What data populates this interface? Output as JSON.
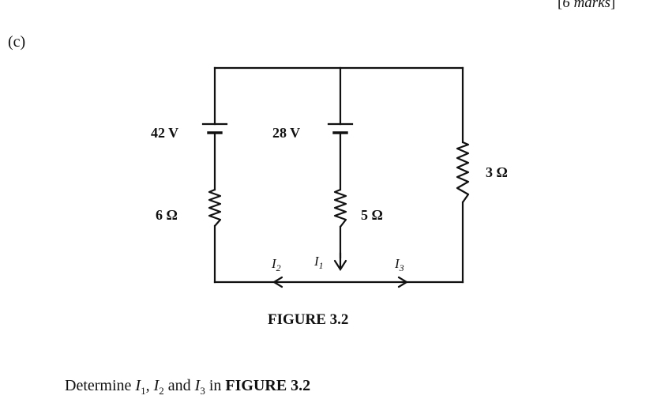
{
  "header": {
    "marks_open": "[",
    "marks_text": "6 marks",
    "marks_close": "]",
    "part_label": "(c)"
  },
  "figure": {
    "caption": "FIGURE 3.2",
    "labels": {
      "v_left": "42 V",
      "v_middle": "28 V",
      "r_left": "6 Ω",
      "r_middle": "5 Ω",
      "r_right": "3 Ω",
      "i1": "I",
      "i1_sub": "1",
      "i2": "I",
      "i2_sub": "2",
      "i3": "I",
      "i3_sub": "3"
    }
  },
  "question": {
    "prefix": "Determine ",
    "i1": "I",
    "i1_sub": "1",
    "sep1": ", ",
    "i2": "I",
    "i2_sub": "2",
    "sep2": " and ",
    "i3": "I",
    "i3_sub": "3",
    "mid": " in ",
    "figure_ref": "FIGURE 3.2"
  },
  "colors": {
    "ink": "#111111",
    "background": "#ffffff"
  }
}
